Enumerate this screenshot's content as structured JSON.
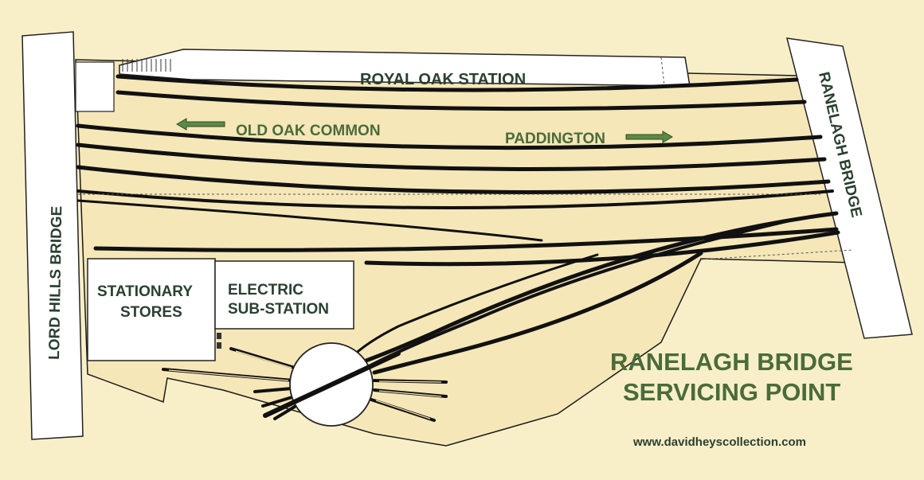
{
  "labels": {
    "royal_oak_station": "ROYAL OAK STATION",
    "old_oak_common": "OLD OAK COMMON",
    "paddington": "PADDINGTON",
    "lord_hills_bridge": "LORD HILLS BRIDGE",
    "ranelagh_bridge": "RANELAGH BRIDGE",
    "stationary_stores_1": "STATIONARY",
    "stationary_stores_2": "STORES",
    "electric_substation_1": "ELECTRIC",
    "electric_substation_2": "SUB-STATION",
    "title_1": "RANELAGH BRIDGE",
    "title_2": "SERVICING POINT",
    "website": "www.davidheyscollection.com"
  },
  "colors": {
    "background": "#f8efc8",
    "yard": "#f6e7b8",
    "text_green": "#4a6b3a",
    "track": "#111111"
  }
}
